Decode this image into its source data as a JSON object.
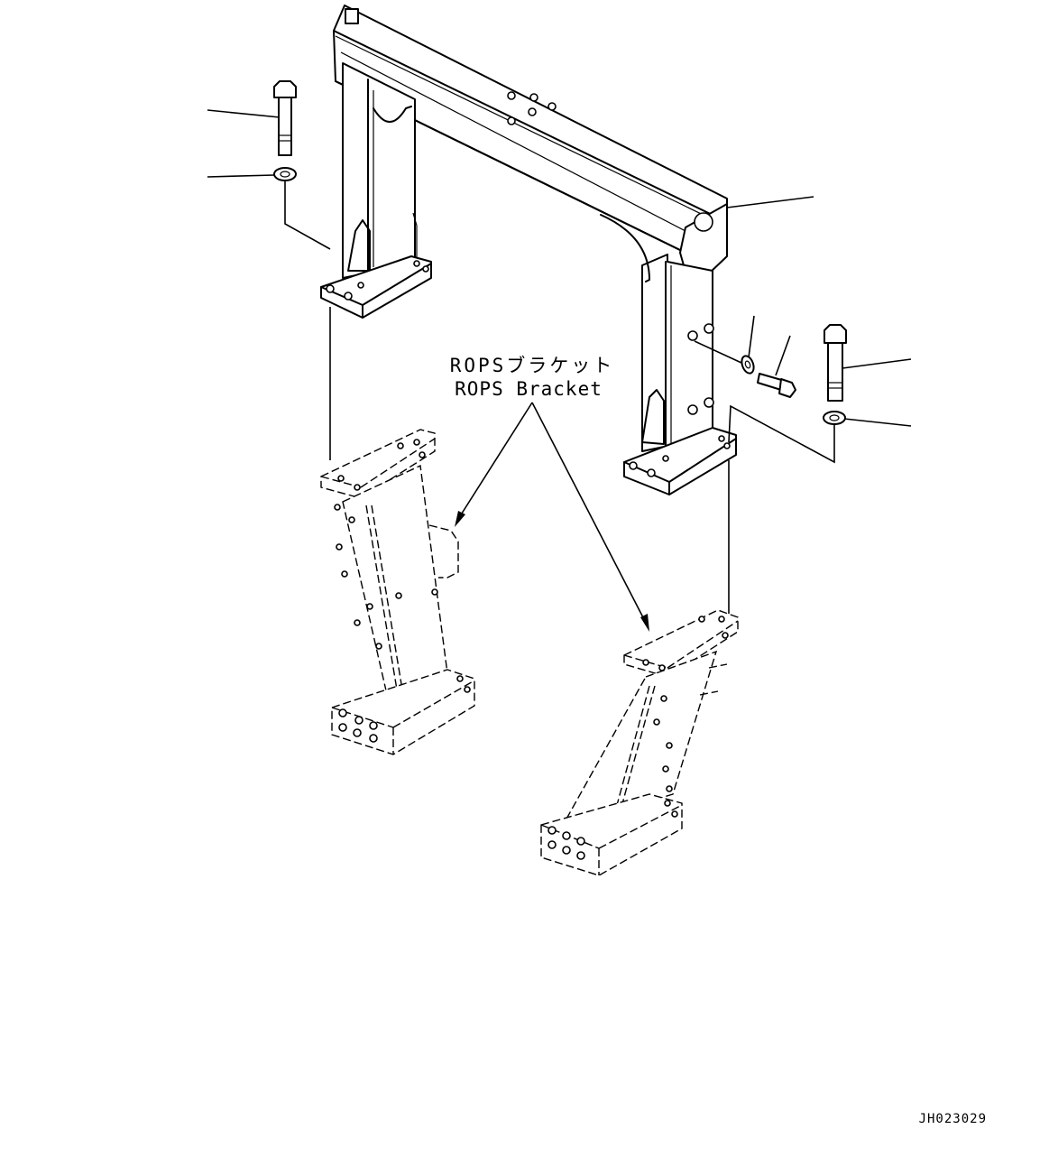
{
  "figure": {
    "label_line_1": "ROPSブラケット",
    "label_line_2": "ROPS Bracket",
    "drawing_code": "JH023029"
  },
  "parts": [
    {
      "name": "bolt-left"
    },
    {
      "name": "washer-left"
    },
    {
      "name": "rops-frame"
    },
    {
      "name": "washer-side"
    },
    {
      "name": "bolt-side"
    },
    {
      "name": "bolt-right"
    },
    {
      "name": "washer-right"
    }
  ],
  "colors": {
    "line": "#000000",
    "background": "#ffffff"
  }
}
